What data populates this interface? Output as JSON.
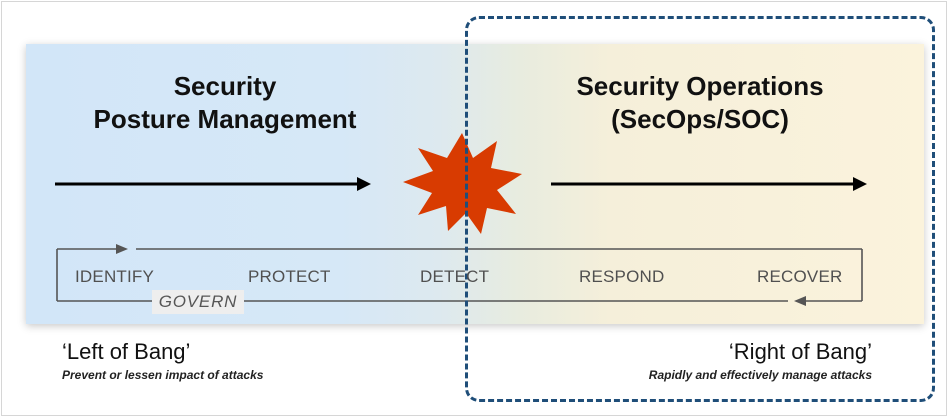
{
  "left_section": {
    "heading_line1": "Security",
    "heading_line2": "Posture Management",
    "bang_title": "‘Left of Bang’",
    "bang_subtitle": "Prevent or lessen impact of attacks"
  },
  "right_section": {
    "heading_line1": "Security Operations",
    "heading_line2": "(SecOps/SOC)",
    "bang_title": "‘Right of Bang’",
    "bang_subtitle": "Rapidly and effectively manage attacks"
  },
  "lifecycle": {
    "stages": [
      "IDENTIFY",
      "PROTECT",
      "DETECT",
      "RESPOND",
      "RECOVER"
    ],
    "govern_label": "GOVERN"
  },
  "colors": {
    "left_band": "#d2e6f8",
    "right_band": "#fbf3dc",
    "bang": "#d83b01",
    "dashed_border": "#1f4e79",
    "loop_line": "#555555"
  },
  "icons": {
    "bang": "explosion-burst-icon",
    "arrows": "right-arrow-icon"
  }
}
